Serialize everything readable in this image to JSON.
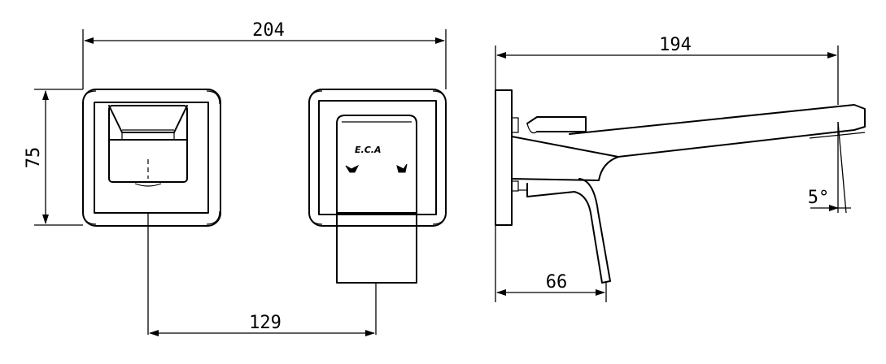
{
  "dimensions": {
    "overall_width": "204",
    "height": "75",
    "spout_length": "194",
    "handle_offset": "66",
    "axis_distance": "129",
    "spout_angle": "5°"
  },
  "brand_logo": "E.C.A",
  "colors": {
    "line": "#000000",
    "background": "#ffffff"
  }
}
